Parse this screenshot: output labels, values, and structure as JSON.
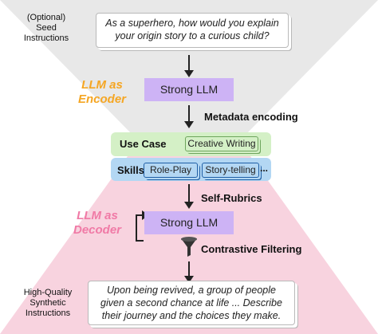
{
  "seed": {
    "label": "(Optional)\nSeed\nInstructions",
    "text": "As a superhero, how would you explain\nyour origin story to a curious child?"
  },
  "encoder": {
    "title": "LLM as\nEncoder",
    "model": "Strong LLM",
    "color": "#f5a623"
  },
  "steps": {
    "metadata": "Metadata encoding",
    "use_case": "Use Case",
    "use_case_value": "Creative Writing",
    "skills": "Skills",
    "skill_1": "Role-Play",
    "skill_2": "Story-telling",
    "skills_more": "...",
    "self_rubrics": "Self-Rubrics",
    "contrastive": "Contrastive Filtering"
  },
  "decoder": {
    "title": "LLM as\nDecoder",
    "model": "Strong LLM",
    "color": "#f07aa6"
  },
  "output": {
    "label": "High-Quality\nSynthetic\nInstructions",
    "text": "Upon being revived, a group of people\ngiven a second chance at life ... Describe\ntheir journey and the choices they make."
  },
  "colors": {
    "top_funnel": "#e8e8e8",
    "bottom_funnel": "#f8d3df",
    "llm_box": "#cdb3f5",
    "green_band": "#d4f0c6",
    "blue_band": "#b3d7f3"
  },
  "icons": {
    "filter": "funnel-icon",
    "loop": "loop-arrow-icon"
  }
}
